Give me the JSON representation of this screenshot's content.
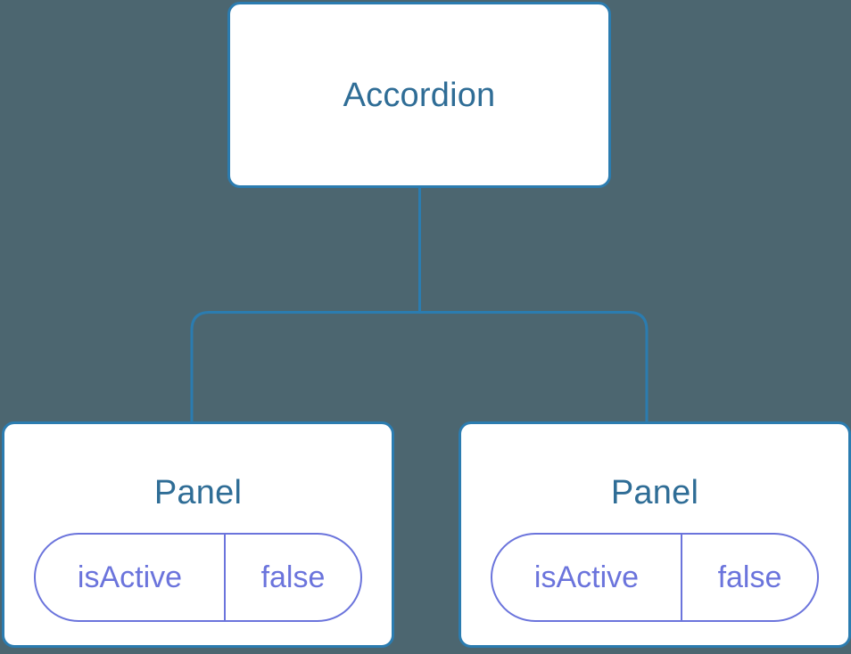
{
  "diagram": {
    "type": "component-tree",
    "background_color": "#4c6670",
    "node_border_color": "#2b7cb0",
    "node_fill_color": "#ffffff",
    "node_title_color": "#2f6d96",
    "prop_color": "#6b74dc",
    "connector_color": "#2b7cb0"
  },
  "root": {
    "title": "Accordion"
  },
  "children": [
    {
      "title": "Panel",
      "props": [
        {
          "name": "isActive",
          "value": "false"
        }
      ]
    },
    {
      "title": "Panel",
      "props": [
        {
          "name": "isActive",
          "value": "false"
        }
      ]
    }
  ]
}
